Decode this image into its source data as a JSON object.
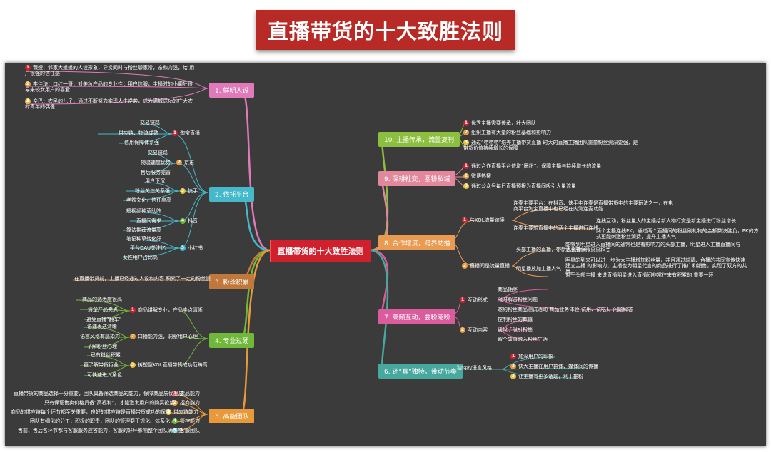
{
  "title": "直播带货的十大致胜法则",
  "center": "直播带货的十大致胜法则",
  "branches": {
    "b1": "1. 鲜明人设",
    "b2": "2. 依托平台",
    "b3": "3. 粉丝积累",
    "b4": "4. 专业过硬",
    "b5": "5. 高能团队",
    "b6": "6. 还“真”独特，带动节奏",
    "b7": "7. 高频互动，要粉宠粉",
    "b8": "8. 合作增流，跨界助播",
    "b9": "9. 深耕社交，圈粉私域",
    "b10": "10. 主播传承，流量复刊"
  },
  "b1_items": [
    "薇娅：邻家大姐姐的人设形象，导赏同时与粉丝聊家常，亲和力强，给 用户很强的信任感",
    "李佳琦：口红一哥，对美妆产品的专业性让用户信服，主播时的小癫狂很 易来较女用户的喜爱",
    "辛巴：农民的儿子，通过不断努力实现人生逆袭，成为满城成功的广大农村青年的偶像"
  ],
  "b2_groups": {
    "taobao": "淘宝直播",
    "taobao_items": [
      "交易链路",
      "供应链、物流成熟",
      "信用保障体系强"
    ],
    "jd": "京东",
    "jd_items": [
      "交易链路",
      "物流速度优势",
      "售后服务完善"
    ],
    "kuaishou": "快手",
    "kuaishou_items": [
      "用户下沉",
      "粉丝关注关系强",
      "老铁文化，信任度高"
    ],
    "douyin": "抖音",
    "douyin_items": [
      "短视频种草助阵",
      "直播间需求",
      "算法推荐流量高"
    ],
    "xhs": "小红书",
    "xhs_items": [
      "笔记种草转化好",
      "平台DAU关注忆",
      "女性用户占比高"
    ]
  },
  "b3_item": "在直播带货前，主播已经通过人设和内容 积累了一定的粉丝量",
  "b4_groups": {
    "g1": "商品讲解专业，产品卖点清晰",
    "g1_items": [
      "商品的熟悉度很高",
      "清楚产品卖点",
      "避免直播“翻车”"
    ],
    "g2": "口播能力强，洞察用户心理",
    "g2_items": [
      "语速表达清晰",
      "语言风格有感染力",
      "了解粉丝心理"
    ],
    "g3": "树塑型KOL直播带货成功范畴高",
    "g3_items": [
      "已有粉丝积累",
      "更了解带货行业",
      "可快速进入角色"
    ]
  },
  "b5_groups": [
    {
      "label": "选品能力",
      "desc": "直播带货的商品选择十分重要，团队具备筛选商品的能力，保障商品质优品质"
    },
    {
      "label": "招商能力",
      "desc": "只有保证售卖价格具备“高福利”，才能激发用户的购买欲望"
    },
    {
      "label": "供应链能力",
      "desc": "商品的供应链每个环节都至关重要，良好的供应链是直播带货成功的保障"
    },
    {
      "label": "管控能力",
      "desc": "团队有细化的分工，积极的职责，团队的管理要正规化、体系化"
    },
    {
      "label": "客服团队",
      "desc": "售前、售后各环节都与客服服务应答能力，客服的好坏影响整个团队满意度"
    }
  ],
  "b6_group": "独特的语言风格",
  "b6_items": [
    "加深用户的印象",
    "快大主播在用户群体、媒体间的传播",
    "让主播有更多话题，利于推粉"
  ],
  "b7_groups": {
    "g1": "互动形式",
    "g1_items": [
      "商品抽奖",
      "限时解答粉丝问题",
      "邀约粉丝商品测试活动 商品业务体验(试用、试吃)、问题解答"
    ],
    "g2": "互动内容",
    "g2_items": [
      "控制粉丝的数值",
      "谈段子吸引粉丝",
      "留个故事融入粉丝生活"
    ]
  },
  "b8_groups": {
    "g1": "与KOL流量嫁接",
    "g1_items": [
      "连麦主要平台：在抖音、快手中连麦是直播带货中的主要玩法之一，在电商平台淘宝直播中也已经在内测连麦功能",
      "连麦主要想直播中的两个主播进行连线",
      "连线互动，粉丝量大的主播给新人物打赏是新主播进行粉丝增长",
      "两个主播连线PK，通过两个直播间的粉丝刷礼物的金额数决胜负，PK的方式更能刺激粉丝消费，提升主播人气"
    ],
    "g2": "直播间是流量直播",
    "g2_items": [
      "头部主播的直播，带新人直播间",
      "能够到明星进入直播间的通常也是有影响力的头部主播，明星进入主播直播间与其品牌宣传息息相关",
      "明星播放加主播人气",
      "明星的到来可以进一步为大主播增加粉丝量，并且通过前辈、合播的共同宣传快速建立主播 的影响力。主播也为明星代言的商品进行了推广和销售，实现了双方的共赢。",
      "对于头部主播 来说直播明星进入直播间非常往来有积累的 重要一环"
    ]
  },
  "b9_items": [
    "通过合作直播平台依增“圈粉”，保障主播与持续增长的流量",
    "微博热搜",
    "通过公众号每日直播预报为直播间吸引大量流量"
  ],
  "b10_items": [
    "优秀主播需要传承，壮大团队",
    "组织主播有大量的粉丝基础和影响力",
    "通过“带带带”培养主播带货直播 时大的直播主播团队重量粉丝资深要强，是带货价值持续增长的保障"
  ],
  "colors": {
    "b1": "#e07ab9",
    "b2": "#45b9c9",
    "b3": "#c0783b",
    "b4": "#6fb83a",
    "b5": "#e89a3b",
    "b6": "#47a89e",
    "b7": "#db5c9c",
    "b8": "#ea9b52",
    "b9": "#e3879d",
    "b10": "#8cbf3d",
    "center": "#d0202d",
    "title_bg": "#b82a25"
  }
}
